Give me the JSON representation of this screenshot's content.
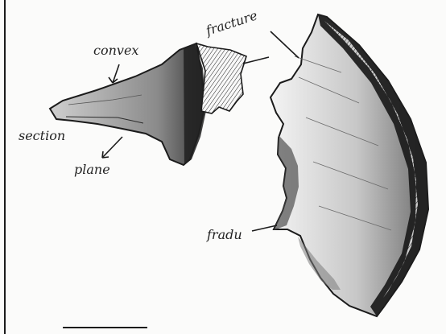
{
  "labels": {
    "convex": "convex",
    "section": "section",
    "plane": "plane",
    "fracture_top": "fracture",
    "fracture_bottom": "fradu"
  },
  "colors": {
    "ink": "#1b1b1b",
    "paper": "#fbfbfa",
    "shade": "#7d7d7d"
  },
  "caption": {
    "text": "",
    "footer": ""
  }
}
